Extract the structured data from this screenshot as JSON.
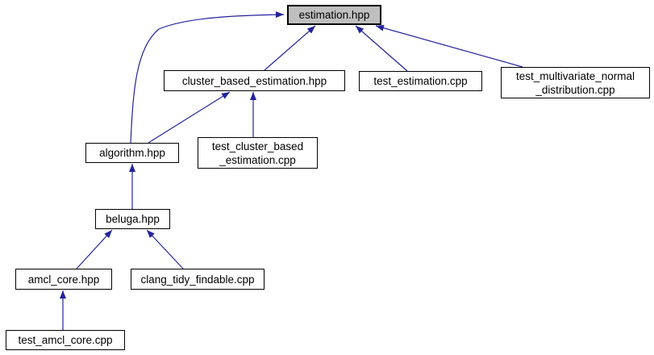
{
  "graph": {
    "kind": "include-dependency-graph",
    "background_color": "#ffffff",
    "edge_color": "#23239b",
    "root_node_fill": "#bfbfbf",
    "node_fill": "#ffffff",
    "node_border_color": "#000000",
    "nodes": {
      "estimation": {
        "label": "estimation.hpp",
        "role": "root"
      },
      "cluster_based_estimation": {
        "label": "cluster_based_estimation.hpp"
      },
      "test_estimation": {
        "label": "test_estimation.cpp"
      },
      "test_multivariate_normal_distribution": {
        "label": "test_multivariate_normal\n_distribution.cpp"
      },
      "algorithm": {
        "label": "algorithm.hpp"
      },
      "test_cluster_based_estimation": {
        "label": "test_cluster_based\n_estimation.cpp"
      },
      "beluga": {
        "label": "beluga.hpp"
      },
      "amcl_core": {
        "label": "amcl_core.hpp"
      },
      "clang_tidy_findable": {
        "label": "clang_tidy_findable.cpp"
      },
      "test_amcl_core": {
        "label": "test_amcl_core.cpp"
      }
    },
    "edges": [
      {
        "from": "algorithm.hpp",
        "to": "estimation.hpp"
      },
      {
        "from": "cluster_based_estimation.hpp",
        "to": "estimation.hpp"
      },
      {
        "from": "test_estimation.cpp",
        "to": "estimation.hpp"
      },
      {
        "from": "test_multivariate_normal_distribution.cpp",
        "to": "estimation.hpp"
      },
      {
        "from": "algorithm.hpp",
        "to": "cluster_based_estimation.hpp"
      },
      {
        "from": "test_cluster_based_estimation.cpp",
        "to": "cluster_based_estimation.hpp"
      },
      {
        "from": "beluga.hpp",
        "to": "algorithm.hpp"
      },
      {
        "from": "amcl_core.hpp",
        "to": "beluga.hpp"
      },
      {
        "from": "clang_tidy_findable.cpp",
        "to": "beluga.hpp"
      },
      {
        "from": "test_amcl_core.cpp",
        "to": "amcl_core.hpp"
      }
    ]
  }
}
